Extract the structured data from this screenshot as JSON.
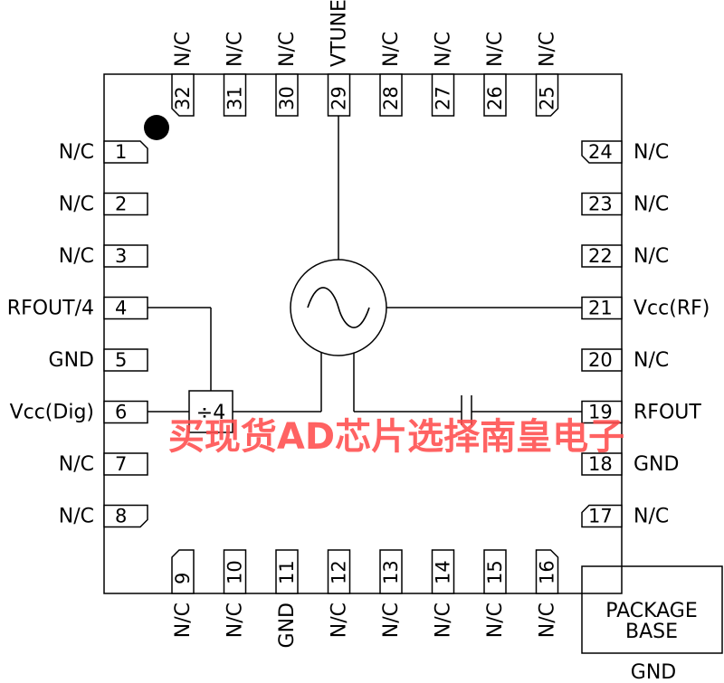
{
  "pins": [
    {
      "num": "1",
      "name": "N/C"
    },
    {
      "num": "2",
      "name": "N/C"
    },
    {
      "num": "3",
      "name": "N/C"
    },
    {
      "num": "4",
      "name": "RFOUT/4"
    },
    {
      "num": "5",
      "name": "GND"
    },
    {
      "num": "6",
      "name": "Vcc(Dig)"
    },
    {
      "num": "7",
      "name": "N/C"
    },
    {
      "num": "8",
      "name": "N/C"
    },
    {
      "num": "9",
      "name": "N/C"
    },
    {
      "num": "10",
      "name": "N/C"
    },
    {
      "num": "11",
      "name": "GND"
    },
    {
      "num": "12",
      "name": "N/C"
    },
    {
      "num": "13",
      "name": "N/C"
    },
    {
      "num": "14",
      "name": "N/C"
    },
    {
      "num": "15",
      "name": "N/C"
    },
    {
      "num": "16",
      "name": "N/C"
    },
    {
      "num": "17",
      "name": "N/C"
    },
    {
      "num": "18",
      "name": "GND"
    },
    {
      "num": "19",
      "name": "RFOUT"
    },
    {
      "num": "20",
      "name": "N/C"
    },
    {
      "num": "21",
      "name": "Vcc(RF)"
    },
    {
      "num": "22",
      "name": "N/C"
    },
    {
      "num": "23",
      "name": "N/C"
    },
    {
      "num": "24",
      "name": "N/C"
    },
    {
      "num": "25",
      "name": "N/C"
    },
    {
      "num": "26",
      "name": "N/C"
    },
    {
      "num": "27",
      "name": "N/C"
    },
    {
      "num": "28",
      "name": "N/C"
    },
    {
      "num": "29",
      "name": "VTUNE"
    },
    {
      "num": "30",
      "name": "N/C"
    },
    {
      "num": "31",
      "name": "N/C"
    },
    {
      "num": "32",
      "name": "N/C"
    }
  ],
  "divider_label": "÷4",
  "package_base": {
    "line1": "PACKAGE",
    "line2": "BASE",
    "pin_label": "GND"
  },
  "watermark": "买现货AD芯片选择南皇电子",
  "colors": {
    "line": "#000000",
    "watermark": "#ff4d4d"
  }
}
